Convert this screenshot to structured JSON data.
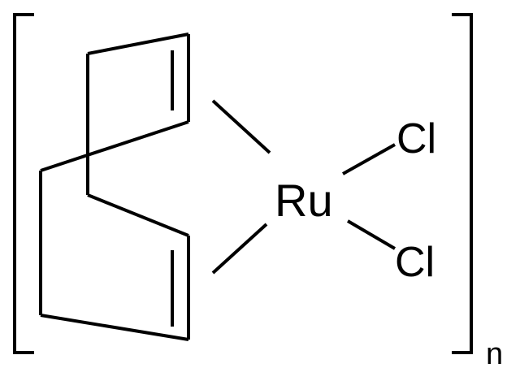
{
  "molecule": {
    "metal": "Ru",
    "ligand_1": "Cl",
    "ligand_2": "Cl",
    "repeat_subscript": "n"
  },
  "colors": {
    "stroke": "#000000",
    "background": "#ffffff"
  }
}
